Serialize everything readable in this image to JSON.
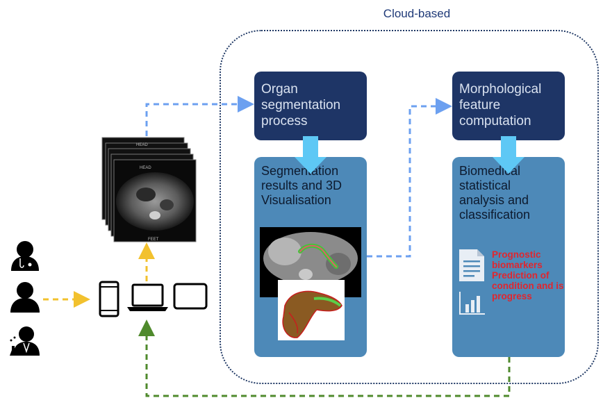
{
  "cloud_label": "Cloud-based",
  "boxes": {
    "organ_segmentation": "Organ segmentation process",
    "morphological": "Morphological feature computation",
    "segmentation_results": "Segmentation results and 3D Visualisation",
    "biomedical": "Biomedical statistical analysis and classification"
  },
  "outputs": {
    "text": "Prognostic biomarkers Prediction of condition and is progress"
  },
  "scan_labels": {
    "head": "HEAD",
    "feet": "FEET"
  },
  "colors": {
    "dark_box": "#1e3566",
    "light_box": "#4d89b8",
    "arrow_blue": "#6ca0f0",
    "arrow_yellow": "#f2c12e",
    "arrow_green": "#4f8a2c",
    "down_arrow": "#5ec8f5",
    "output_text": "#e0262e"
  },
  "icons": {
    "users": [
      "doctor-icon",
      "person-icon",
      "scientist-icon"
    ],
    "devices": [
      "smartphone-icon",
      "laptop-icon",
      "tablet-icon"
    ],
    "outputs": [
      "document-icon",
      "bar-chart-icon"
    ]
  }
}
